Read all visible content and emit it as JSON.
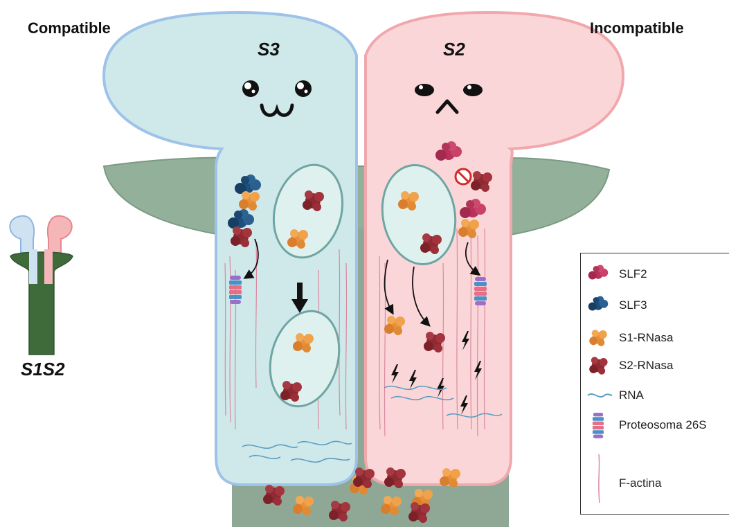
{
  "labels": {
    "compatible": "Compatible",
    "incompatible": "Incompatible",
    "tube_left": "S3",
    "tube_right": "S2",
    "genotype": "S1S2"
  },
  "legend": {
    "items": [
      {
        "label": "SLF2",
        "icon": "slf2-icon",
        "color": "#b8325a"
      },
      {
        "label": "SLF3",
        "icon": "slf3-icon",
        "color": "#1f4e7a"
      },
      {
        "label": "S1-RNasa",
        "icon": "s1-rnase-icon",
        "color": "#e8903a"
      },
      {
        "label": "S2-RNasa",
        "icon": "s2-rnase-icon",
        "color": "#8f2a33"
      },
      {
        "label": "RNA",
        "icon": "rna-icon",
        "color": "#5b9ec2"
      },
      {
        "label": "Proteosoma 26S",
        "icon": "proteasome-icon",
        "color": "#4a90c9"
      },
      {
        "label": "F-actina",
        "icon": "f-actin-icon",
        "color": "#d98aa0"
      }
    ]
  },
  "colors": {
    "compatible_tube": "#cfe8ea",
    "incompatible_tube": "#fbd6d8",
    "style_green": "#93b09a",
    "style_dark_green": "#3f6b3a"
  }
}
